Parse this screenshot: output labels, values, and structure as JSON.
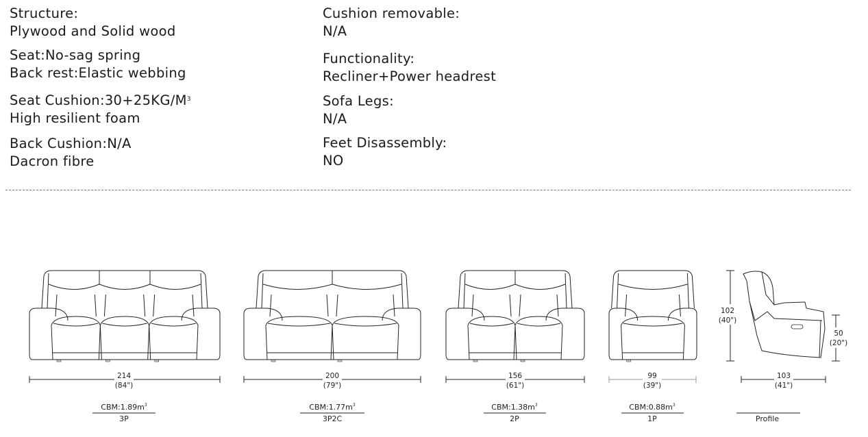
{
  "specs_left": [
    {
      "label": "Structure:",
      "value": "Plywood and Solid wood"
    },
    {
      "label": "Seat:No-sag spring",
      "value": "Back rest:Elastic webbing"
    },
    {
      "label": "Seat Cushion:30+25KG/M",
      "label_sup": "3",
      "value": "High resilient foam"
    },
    {
      "label": "Back Cushion:N/A",
      "value": "Dacron fibre"
    }
  ],
  "specs_right": [
    {
      "label": "Cushion removable:",
      "value": "N/A"
    },
    {
      "label": "Functionality:",
      "value": "Recliner+Power headrest"
    },
    {
      "label": "Sofa Legs:",
      "value": "N/A"
    },
    {
      "label": "Feet Disassembly:",
      "value": "NO"
    }
  ],
  "models": [
    {
      "code": "3P",
      "cbm": "CBM:1.89m",
      "cbm_sup": "3",
      "width_cm": "214",
      "width_in": "(84\")",
      "seats": 3
    },
    {
      "code": "3P2C",
      "cbm": "CBM:1.77m",
      "cbm_sup": "3",
      "width_cm": "200",
      "width_in": "(79\")",
      "seats": 2
    },
    {
      "code": "2P",
      "cbm": "CBM:1.38m",
      "cbm_sup": "3",
      "width_cm": "156",
      "width_in": "(61\")",
      "seats": 2
    },
    {
      "code": "1P",
      "cbm": "CBM:0.88m",
      "cbm_sup": "3",
      "width_cm": "99",
      "width_in": "(39\")",
      "seats": 1
    }
  ],
  "profile": {
    "label": "Profile",
    "depth_cm": "103",
    "depth_in": "(41\")",
    "height_cm": "102",
    "height_in": "(40\")",
    "seat_height_cm": "50",
    "seat_height_in": "(20\")"
  }
}
